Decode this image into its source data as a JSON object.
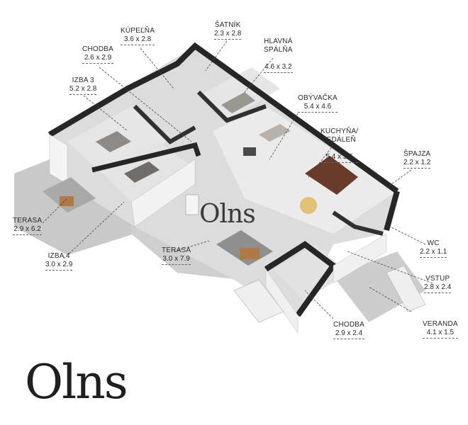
{
  "brand": {
    "watermark": "Olns",
    "logo": "Olns",
    "accent": "#2f5a46"
  },
  "rooms": [
    {
      "key": "kupelna",
      "name": "KÚPEĽŇA",
      "dims": "3.6 x 2.8"
    },
    {
      "key": "satnik",
      "name": "ŠATNÍK",
      "dims": "2.3 x 2.8"
    },
    {
      "key": "hlavna-spalna",
      "name": "HLAVNÁ\nSPÁLŇA",
      "dims": "4.6 x 3.2"
    },
    {
      "key": "chodba-top",
      "name": "CHODBA",
      "dims": "2.6 x 2.9"
    },
    {
      "key": "izba3",
      "name": "IZBA 3",
      "dims": "5.2 x 2.8"
    },
    {
      "key": "obyvacka",
      "name": "OBÝVAČKA",
      "dims": "5.4 x 4.6"
    },
    {
      "key": "kuchyna",
      "name": "KUCHYŇA/\nJEDÁLEŇ",
      "dims": "5.4 x 3.5"
    },
    {
      "key": "spajza",
      "name": "ŠPAJZA",
      "dims": "2.2 x 1.2"
    },
    {
      "key": "terasa-left",
      "name": "TERASA",
      "dims": "2.9 x 6.2"
    },
    {
      "key": "izba4",
      "name": "IZBA 4",
      "dims": "3.0 x 2.9"
    },
    {
      "key": "terasa-mid",
      "name": "TERASA",
      "dims": "3.0 x 7.9"
    },
    {
      "key": "wc",
      "name": "WC",
      "dims": "2.2 x 1.1"
    },
    {
      "key": "vstup",
      "name": "VSTUP",
      "dims": "2.8 x 2.4"
    },
    {
      "key": "chodba-bottom",
      "name": "CHODBA",
      "dims": "2.9 x 2.4"
    },
    {
      "key": "veranda",
      "name": "VERANDA",
      "dims": "4.1 x 1.5"
    }
  ]
}
